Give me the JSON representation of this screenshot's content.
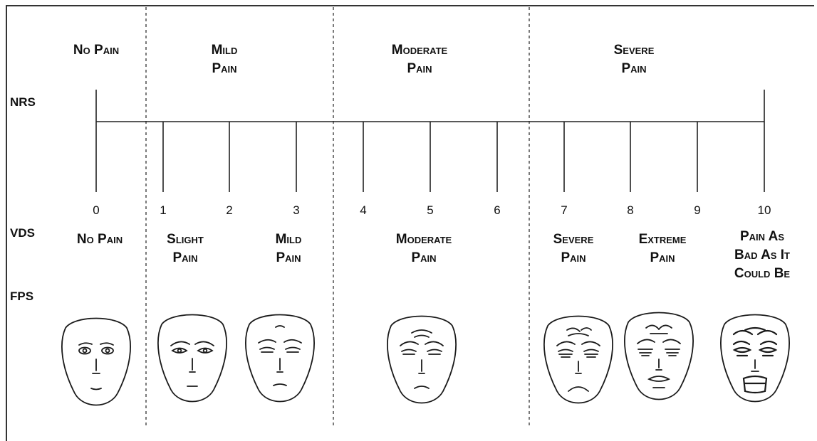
{
  "row_labels": {
    "nrs": "NRS",
    "vds": "VDS",
    "fps": "FPS"
  },
  "categories": [
    {
      "label": "No Pain",
      "lines": "No Pain"
    },
    {
      "label": "Mild Pain",
      "lines": "Mild\nPain"
    },
    {
      "label": "Moderate Pain",
      "lines": "Moderate\nPain"
    },
    {
      "label": "Severe Pain",
      "lines": "Severe\nPain"
    }
  ],
  "scale": {
    "min": 0,
    "max": 10,
    "ticks": [
      "0",
      "1",
      "2",
      "3",
      "4",
      "5",
      "6",
      "7",
      "8",
      "9",
      "10"
    ]
  },
  "vds": [
    {
      "lines": "No Pain"
    },
    {
      "lines": "Slight\nPain"
    },
    {
      "lines": "Mild\nPain"
    },
    {
      "lines": "Moderate\nPain"
    },
    {
      "lines": "Severe\nPain"
    },
    {
      "lines": "Extreme\nPain"
    },
    {
      "lines": "Pain As\nBad As It\nCould Be"
    }
  ],
  "faces": [
    "no-pain-face",
    "slight-pain-face",
    "mild-pain-face",
    "moderate-pain-face",
    "severe-pain-face",
    "extreme-pain-face",
    "worst-pain-face"
  ]
}
